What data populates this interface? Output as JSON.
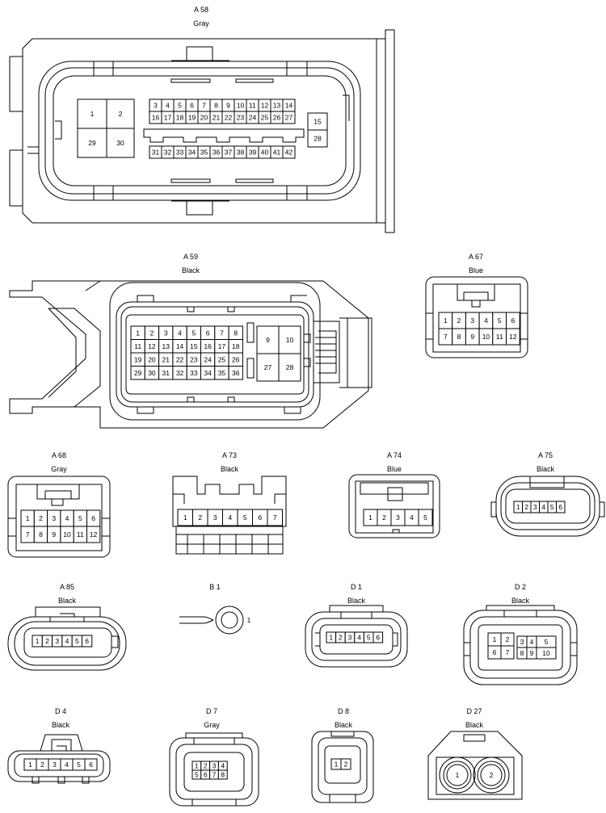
{
  "connectors": [
    {
      "id": "A 58",
      "color": "Gray"
    },
    {
      "id": "A 59",
      "color": "Black"
    },
    {
      "id": "A 67",
      "color": "Blue"
    },
    {
      "id": "A 68",
      "color": "Gray"
    },
    {
      "id": "A 73",
      "color": "Black"
    },
    {
      "id": "A 74",
      "color": "Blue"
    },
    {
      "id": "A 75",
      "color": "Black"
    },
    {
      "id": "A 85",
      "color": "Black"
    },
    {
      "id": "B 1",
      "color": ""
    },
    {
      "id": "D 1",
      "color": "Black"
    },
    {
      "id": "D 2",
      "color": "Black"
    },
    {
      "id": "D 4",
      "color": "Black"
    },
    {
      "id": "D 7",
      "color": "Gray"
    },
    {
      "id": "D 8",
      "color": "Black"
    },
    {
      "id": "D 27",
      "color": "Black"
    }
  ],
  "pins": {
    "a58": [
      "1",
      "2",
      "29",
      "30",
      "3",
      "4",
      "5",
      "6",
      "7",
      "8",
      "9",
      "10",
      "11",
      "12",
      "13",
      "14",
      "16",
      "17",
      "18",
      "19",
      "20",
      "21",
      "22",
      "23",
      "24",
      "25",
      "26",
      "27",
      "31",
      "32",
      "33",
      "34",
      "35",
      "36",
      "37",
      "38",
      "39",
      "40",
      "41",
      "42",
      "15",
      "28"
    ],
    "a59": [
      "1",
      "2",
      "3",
      "4",
      "5",
      "6",
      "7",
      "8",
      "11",
      "12",
      "13",
      "14",
      "15",
      "16",
      "17",
      "18",
      "19",
      "20",
      "21",
      "22",
      "23",
      "24",
      "25",
      "26",
      "29",
      "30",
      "31",
      "32",
      "33",
      "34",
      "35",
      "36",
      "9",
      "10",
      "27",
      "28"
    ],
    "a67": [
      "1",
      "2",
      "3",
      "4",
      "5",
      "6",
      "7",
      "8",
      "9",
      "10",
      "11",
      "12"
    ],
    "a68": [
      "1",
      "2",
      "3",
      "4",
      "5",
      "6",
      "7",
      "8",
      "9",
      "10",
      "11",
      "12"
    ],
    "a73": [
      "1",
      "2",
      "3",
      "4",
      "5",
      "6",
      "7"
    ],
    "a74": [
      "1",
      "2",
      "3",
      "4",
      "5"
    ],
    "a75": [
      "1",
      "2",
      "3",
      "4",
      "5",
      "6"
    ],
    "a85": [
      "1",
      "2",
      "3",
      "4",
      "5",
      "6"
    ],
    "b1": [
      "1"
    ],
    "d1": [
      "1",
      "2",
      "3",
      "4",
      "5",
      "6"
    ],
    "d2": [
      "1",
      "2",
      "3",
      "4",
      "5",
      "6",
      "7",
      "8",
      "9",
      "10"
    ],
    "d4": [
      "1",
      "2",
      "3",
      "4",
      "5",
      "6"
    ],
    "d7": [
      "1",
      "2",
      "3",
      "4",
      "5",
      "6",
      "7",
      "8"
    ],
    "d8": [
      "1",
      "2"
    ],
    "d27": [
      "1",
      "2"
    ]
  }
}
